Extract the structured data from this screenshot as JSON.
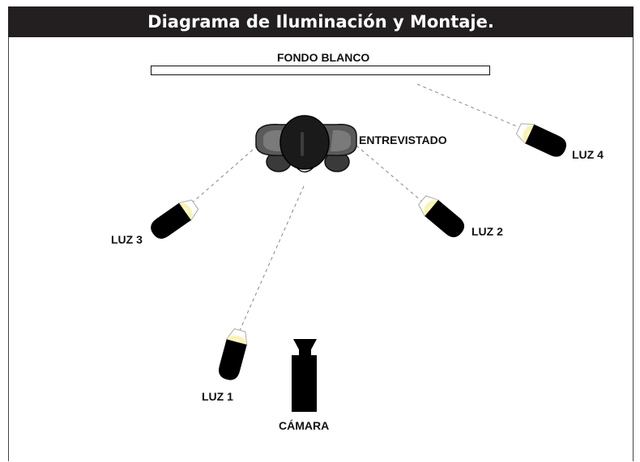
{
  "title": "Diagrama de Iluminación y Montaje.",
  "backdrop": {
    "label": "FONDO BLANCO"
  },
  "subject": {
    "label": "ENTREVISTADO"
  },
  "camera": {
    "label": "CÁMARA"
  },
  "lights": [
    {
      "id": "luz-1",
      "label": "LUZ 1"
    },
    {
      "id": "luz-2",
      "label": "LUZ 2"
    },
    {
      "id": "luz-3",
      "label": "LUZ 3"
    },
    {
      "id": "luz-4",
      "label": "LUZ 4"
    }
  ],
  "colors": {
    "title_bar": "#231f20",
    "light_body": "#000000",
    "light_glow": "#f5f0a0",
    "beam_line": "#888888",
    "subject_shoulders": "#5a5a5a"
  }
}
